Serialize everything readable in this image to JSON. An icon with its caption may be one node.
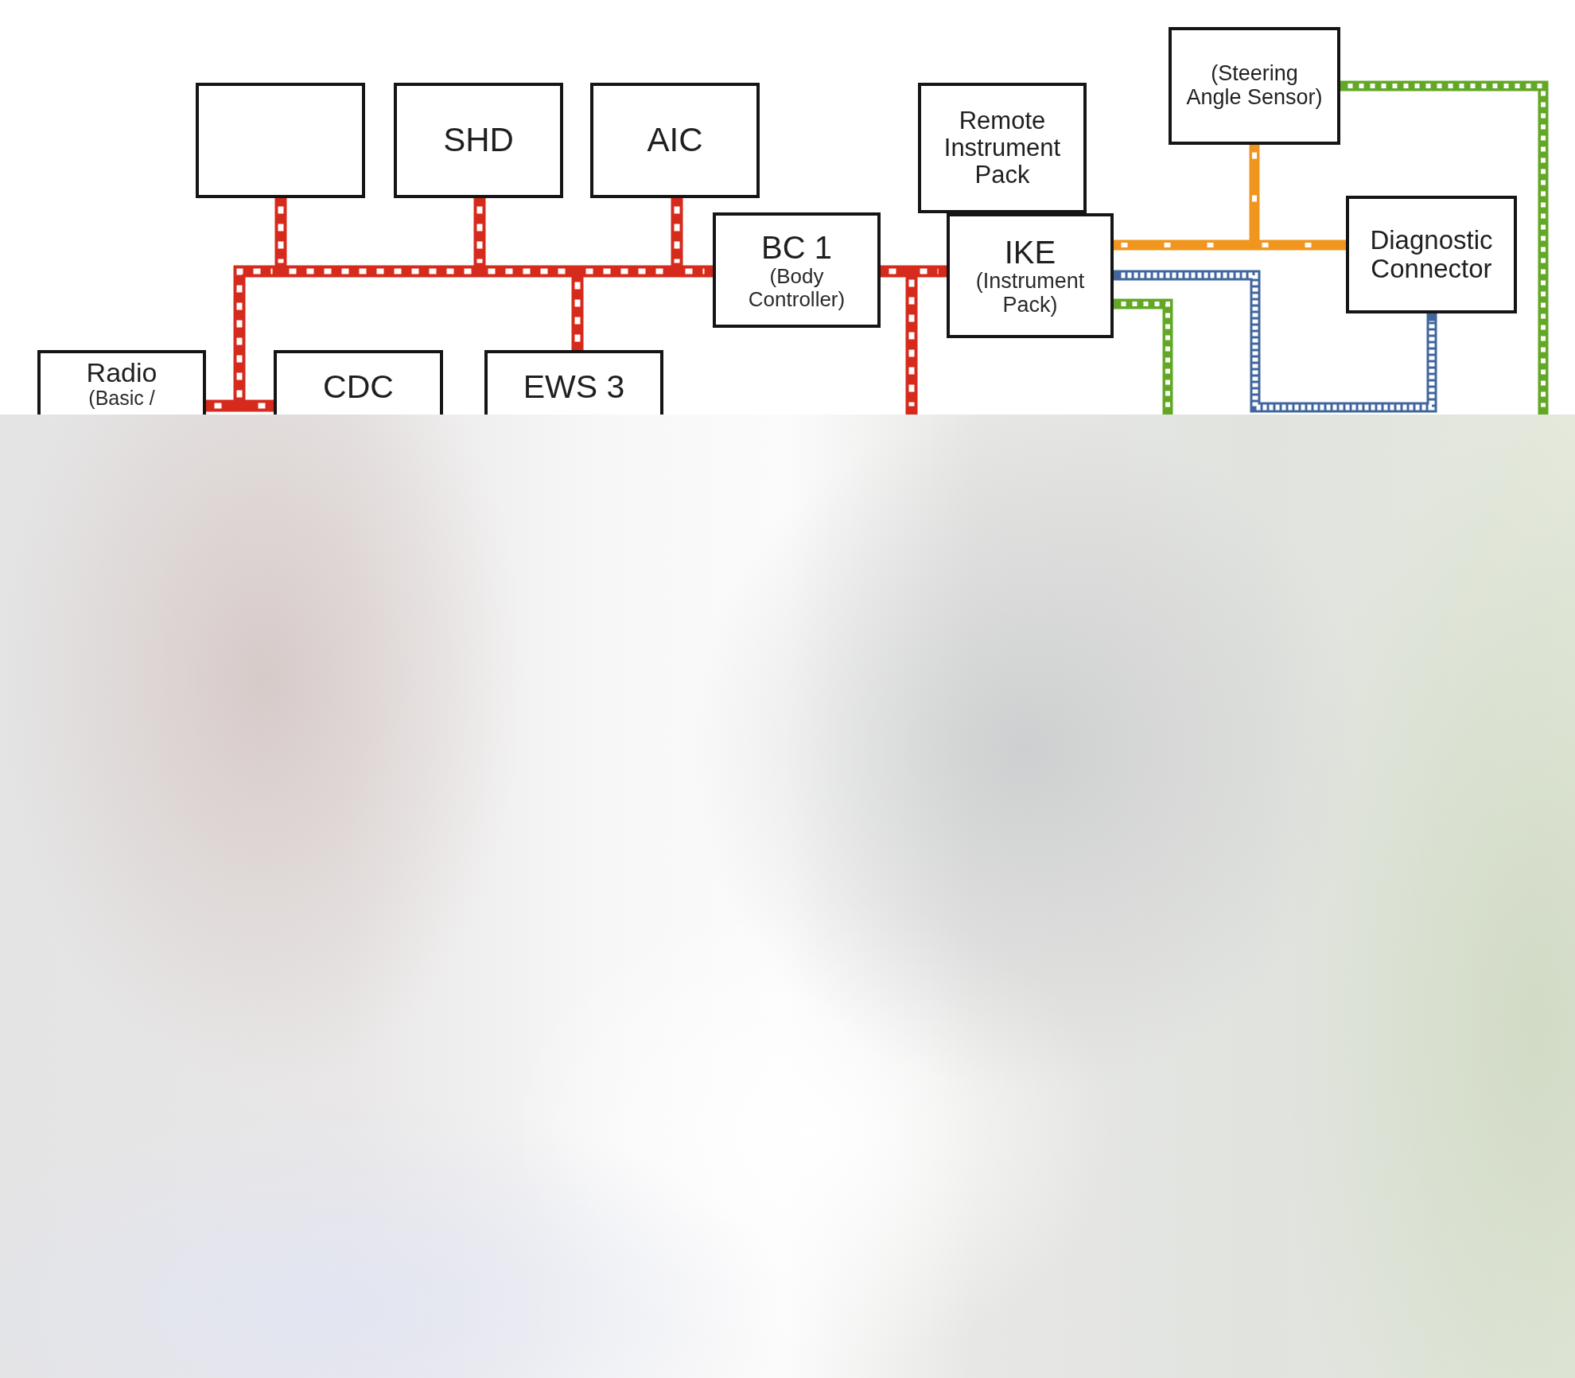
{
  "diagram": {
    "nodes": [
      {
        "text": [],
        "shape": "box"
      },
      {
        "text": [
          "SHD"
        ]
      },
      {
        "text": [
          "AIC"
        ]
      },
      {
        "text": [
          "Remote Instrument Pack"
        ]
      },
      {
        "text": [
          "(Steering Angle Sensor)"
        ]
      },
      {
        "text": [
          "BC 1",
          "(Body Controller)"
        ]
      },
      {
        "text": [
          "IKE",
          "(Instrument Pack)"
        ]
      },
      {
        "text": [
          "Diagnostic Connector"
        ]
      },
      {
        "text": [
          "Radio",
          "(Basic /"
        ]
      },
      {
        "text": [
          "CDC"
        ]
      },
      {
        "text": [
          "EWS 3"
        ]
      }
    ],
    "edges": [
      {
        "from": 0,
        "to": 5,
        "arrow": "none"
      },
      {
        "from": 1,
        "to": 5,
        "arrow": "none"
      },
      {
        "from": 2,
        "to": 5,
        "arrow": "none"
      },
      {
        "from": 10,
        "to": 5,
        "arrow": "none"
      },
      {
        "from": 8,
        "to": 5,
        "arrow": "none"
      },
      {
        "from": 9,
        "to": 5,
        "arrow": "none"
      },
      {
        "from": 5,
        "to": 6,
        "arrow": "none"
      },
      {
        "from": 5,
        "to": null,
        "arrow": "none"
      },
      {
        "from": 6,
        "to": 7,
        "arrow": "none",
        "color": "#f0961e"
      },
      {
        "from": 4,
        "to": 7,
        "arrow": "none",
        "color": "#f0961e"
      },
      {
        "from": 6,
        "to": 7,
        "arrow": "none",
        "color": "#41669e"
      },
      {
        "from": 6,
        "to": null,
        "arrow": "none",
        "color": "#62a826"
      },
      {
        "from": 4,
        "to": null,
        "arrow": "none",
        "color": "#62a826"
      }
    ]
  }
}
